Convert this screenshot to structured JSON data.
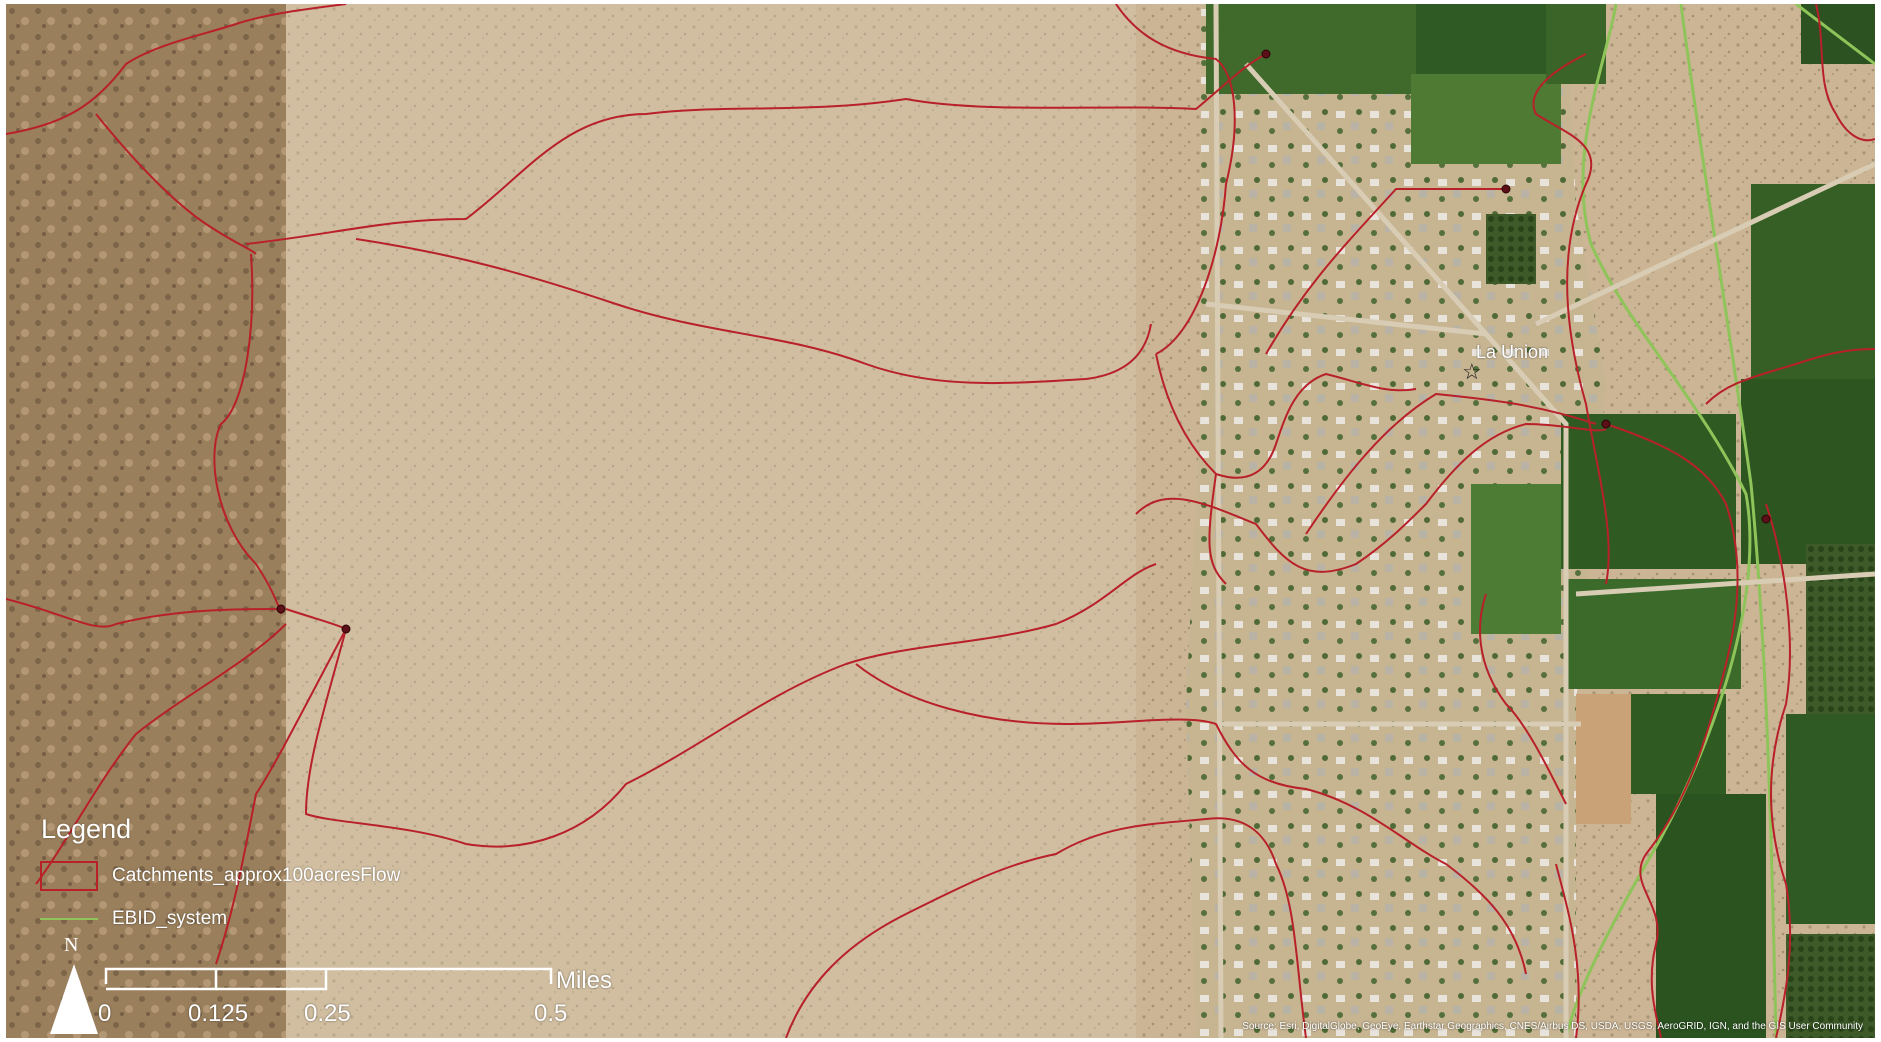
{
  "legend": {
    "title": "Legend",
    "items": [
      {
        "label": "Catchments_approx100acresFlow",
        "color": "#b8202a"
      },
      {
        "label": "EBID_system",
        "color": "#8fc45a"
      }
    ]
  },
  "place": {
    "name": "La Union",
    "icon": "star-icon"
  },
  "north_arrow": {
    "label": "N",
    "icon": "north-arrow-icon"
  },
  "scale_bar": {
    "ticks": [
      "0",
      "0.125",
      "0.25",
      "0.5"
    ],
    "units": "Miles"
  },
  "attribution": "Source: Esri, DigitalGlobe, GeoEye, Earthstar Geographics, CNES/Airbus DS, USDA, USGS, AeroGRID, IGN, and the GIS User Community",
  "colors": {
    "catchment_line": "#b8202a",
    "canal_line": "#8fc45a"
  }
}
